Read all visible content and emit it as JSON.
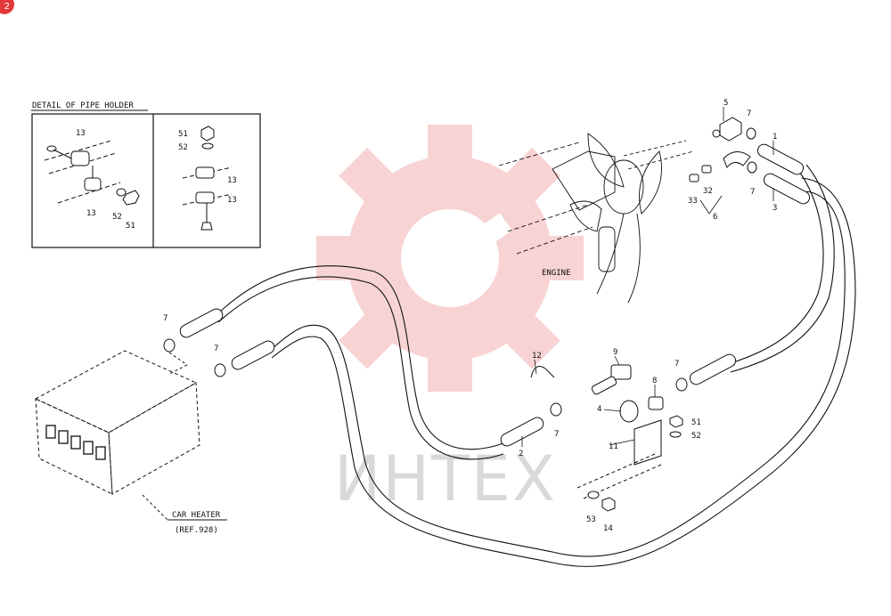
{
  "badge": "2",
  "watermark": {
    "text": "ИНТЕХ",
    "color": "#e23a3a"
  },
  "detail_title": "DETAIL OF PIPE HOLDER",
  "engine_label": "ENGINE",
  "car_heater": {
    "name": "CAR HEATER",
    "ref": "(REF.928)"
  },
  "callouts": {
    "c1": "1",
    "c2": "2",
    "c3": "3",
    "c4": "4",
    "c5": "5",
    "c6": "6",
    "c8": "8",
    "c9": "9",
    "c11": "11",
    "c12": "12",
    "c14": "14",
    "c32": "32",
    "c33": "33",
    "c53": "53",
    "c7a": "7",
    "c7b": "7",
    "c7c": "7",
    "c7d": "7",
    "c7e": "7",
    "c7f": "7",
    "c51": "51",
    "c52": "52",
    "d13a": "13",
    "d13b": "13",
    "d13c": "13",
    "d13d": "13",
    "d52a": "52",
    "d51a": "51",
    "d51b": "51",
    "d52b": "52"
  }
}
